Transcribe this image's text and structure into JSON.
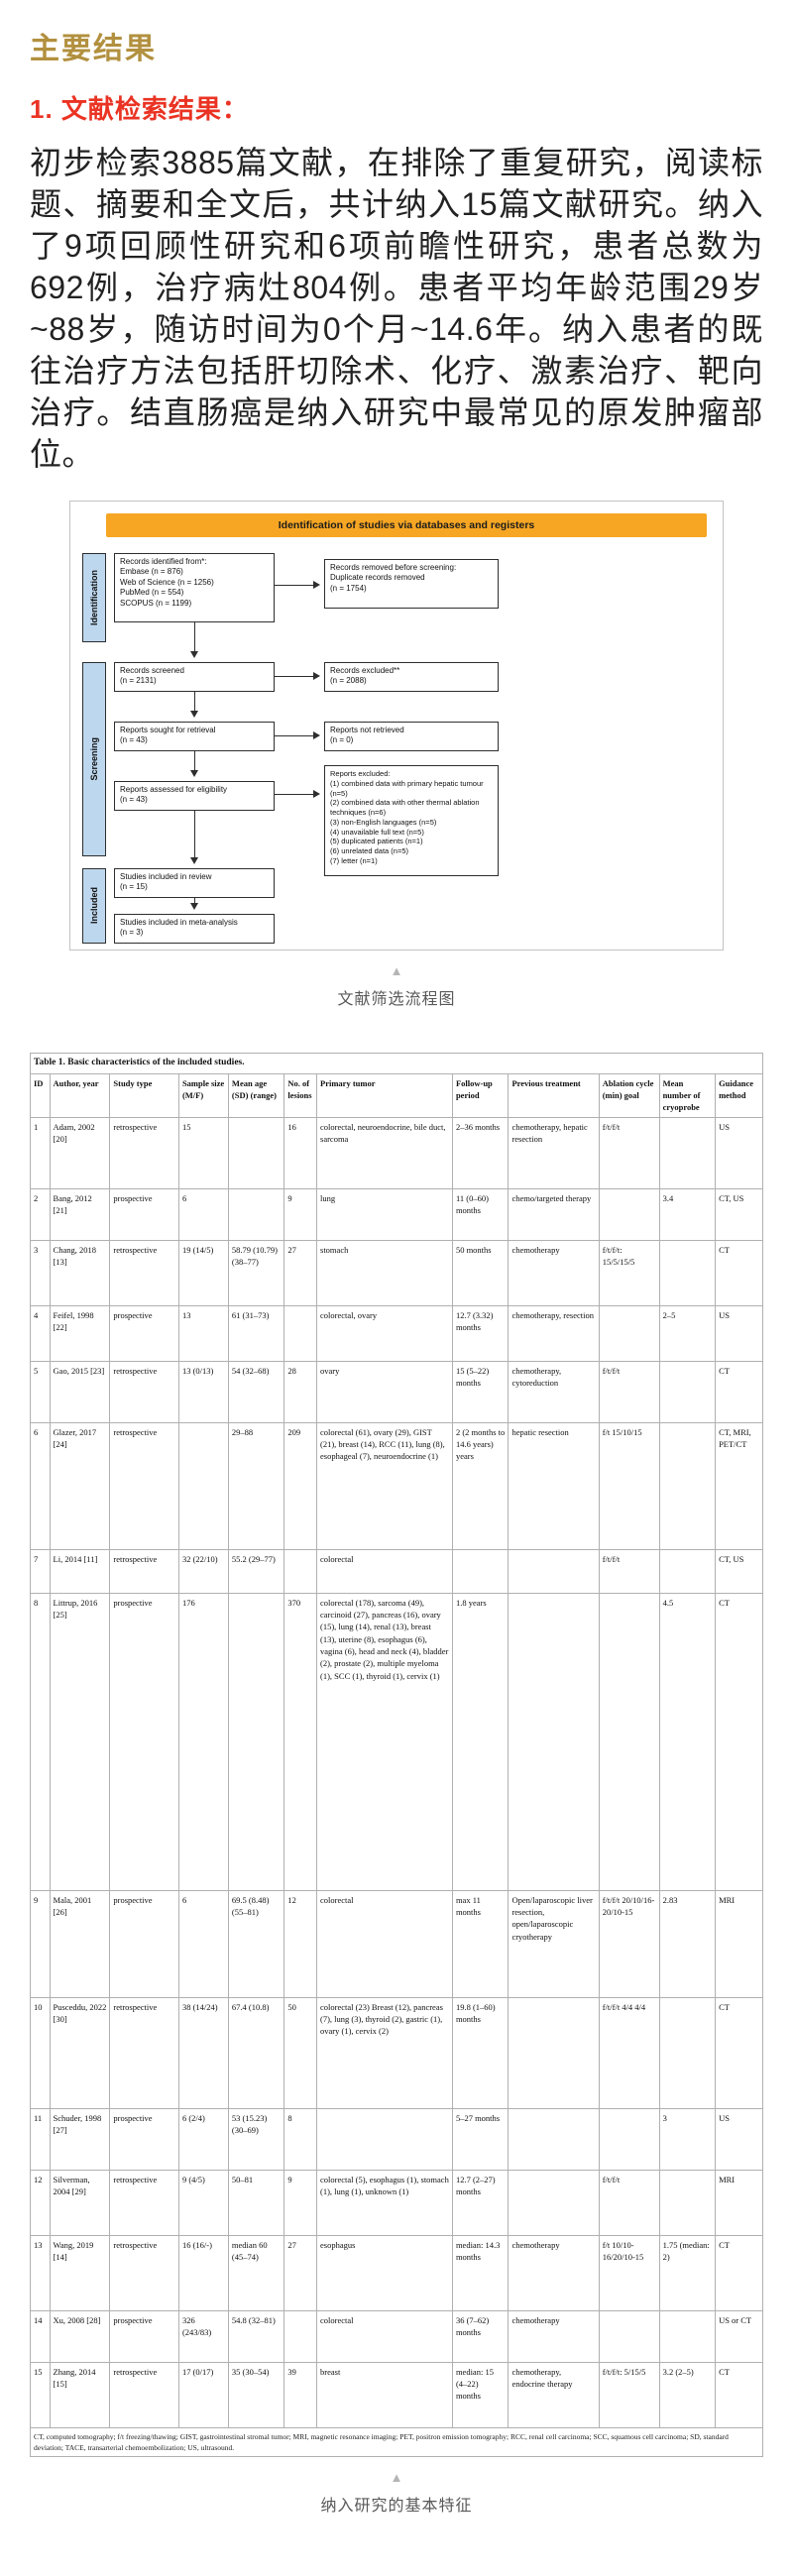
{
  "page": {
    "title": "主要结果",
    "section_heading": "1. 文献检索结果：",
    "paragraph": "初步检索3885篇文献，在排除了重复研究，阅读标题、摘要和全文后，共计纳入15篇文献研究。纳入了9项回顾性研究和6项前瞻性研究，患者总数为692例，治疗病灶804例。患者平均年龄范围29岁~88岁，随访时间为0个月~14.6年。纳入患者的既往治疗方法包括肝切除术、化疗、激素治疗、靶向治疗。结直肠癌是纳入研究中最常见的原发肿瘤部位。"
  },
  "flowchart": {
    "header": "Identification of studies via databases and registers",
    "header_color": "#F6A623",
    "stage_color": "#BDD7EE",
    "stage_identification": "Identification",
    "stage_screening": "Screening",
    "stage_included": "Included",
    "box_identified": "Records identified from*:\nEmbase (n = 876)\nWeb of Science (n = 1256)\nPubMed (n = 554)\nSCOPUS (n = 1199)",
    "box_removed": "Records removed before screening:\nDuplicate records removed\n(n = 1754)",
    "box_screened": "Records screened\n(n = 2131)",
    "box_records_excluded": "Records excluded**\n(n = 2088)",
    "box_sought": "Reports sought for retrieval\n(n = 43)",
    "box_not_retrieved": "Reports not retrieved\n(n = 0)",
    "box_assessed": "Reports assessed for eligibility\n(n = 43)",
    "box_reports_excluded": "Reports excluded:\n(1) combined data with primary hepatic tumour (n=5)\n(2) combined data with other thermal ablation techniques (n=6)\n(3) non-English languages (n=5)\n(4) unavailable full text (n=5)\n(5) duplicated patients (n=1)\n(6) unrelated data (n=5)\n(7) letter (n=1)",
    "box_review": "Studies included in review\n(n = 15)",
    "box_meta": "Studies included in meta-analysis\n(n = 3)",
    "caption": "文献筛选流程图"
  },
  "table": {
    "title": "Table 1.  Basic characteristics of the included studies.",
    "caption": "纳入研究的基本特征",
    "columns": [
      "ID",
      "Author, year",
      "Study type",
      "Sample size (M/F)",
      "Mean age (SD) (range)",
      "No. of lesions",
      "Primary tumor",
      "Follow-up period",
      "Previous treatment",
      "Ablation cycle (min) goal",
      "Mean number of cryoprobe",
      "Guidance method"
    ],
    "rows": [
      [
        "1",
        "Adam, 2002 [20]",
        "retrospective",
        "15",
        "",
        "16",
        "colorectal, neuroendocrine, bile duct, sarcoma",
        "2–36 months",
        "chemotherapy, hepatic resection",
        "f/t/f/t",
        "",
        "US"
      ],
      [
        "2",
        "Bang, 2012 [21]",
        "prospective",
        "6",
        "",
        "9",
        "lung",
        "11 (0–60) months",
        "chemo/targeted therapy",
        "",
        "3.4",
        "CT, US"
      ],
      [
        "3",
        "Chang, 2018 [13]",
        "retrospective",
        "19 (14/5)",
        "58.79 (10.79) (38–77)",
        "27",
        "stomach",
        "50 months",
        "chemotherapy",
        "f/t/f/t: 15/5/15/5",
        "",
        "CT"
      ],
      [
        "4",
        "Feifel, 1998 [22]",
        "prospective",
        "13",
        "61 (31–73)",
        "",
        "colorectal, ovary",
        "12.7 (3.32) months",
        "chemotherapy, resection",
        "",
        "2–5",
        "US"
      ],
      [
        "5",
        "Gao, 2015 [23]",
        "retrospective",
        "13 (0/13)",
        "54 (32–68)",
        "28",
        "ovary",
        "15 (5–22) months",
        "chemotherapy, cytoreduction",
        "f/t/f/t",
        "",
        "CT"
      ],
      [
        "6",
        "Glazer, 2017 [24]",
        "retrospective",
        "",
        "29–88",
        "209",
        "colorectal (61), ovary (29), GIST (21), breast (14), RCC (11), lung (8), esophageal (7), neuroendocrine (1)",
        "2 (2 months to 14.6 years) years",
        "hepatic resection",
        "f/t 15/10/15",
        "",
        "CT, MRI, PET/CT"
      ],
      [
        "7",
        "Li, 2014 [11]",
        "retrospective",
        "32 (22/10)",
        "55.2 (29–77)",
        "",
        "colorectal",
        "",
        "",
        "f/t/f/t",
        "",
        "CT, US"
      ],
      [
        "8",
        "Littrup, 2016 [25]",
        "prospective",
        "176",
        "",
        "370",
        "colorectal (178), sarcoma (49), carcinoid (27), pancreas (16), ovary (15), lung (14), renal (13), breast (13), uterine (8), esophagus (6), vagina (6), head and neck (4), bladder (2), prostate (2), multiple myeloma (1), SCC (1), thyroid (1), cervix (1)",
        "1.8 years",
        "",
        "",
        "4.5",
        "CT"
      ],
      [
        "9",
        "Mala, 2001 [26]",
        "prospective",
        "6",
        "69.5 (8.48) (55–81)",
        "12",
        "colorectal",
        "max 11 months",
        "Open/laparoscopic liver resection, open/laparoscopic cryotherapy",
        "f/t/f/t 20/10/16-20/10-15",
        "2.83",
        "MRI"
      ],
      [
        "10",
        "Pusceddu, 2022 [30]",
        "retrospective",
        "38 (14/24)",
        "67.4 (10.8)",
        "50",
        "colorectal (23) Breast (12), pancreas (7), lung (3), thyroid (2), gastric (1), ovary (1), cervix (2)",
        "19.8 (1–60) months",
        "",
        "f/t/f/t 4/4 4/4",
        "",
        "CT"
      ],
      [
        "11",
        "Schuder, 1998 [27]",
        "prospective",
        "6 (2/4)",
        "53 (15.23) (30–69)",
        "8",
        "",
        "5–27 months",
        "",
        "",
        "3",
        "US"
      ],
      [
        "12",
        "Silverman, 2004 [29]",
        "retrospective",
        "9 (4/5)",
        "50–81",
        "9",
        "colorectal (5), esophagus (1), stomach (1), lung (1), unknown (1)",
        "12.7 (2–27) months",
        "",
        "f/t/f/t",
        "",
        "MRI"
      ],
      [
        "13",
        "Wang, 2019 [14]",
        "retrospective",
        "16 (16/-)",
        "median 60 (45–74)",
        "27",
        "esophagus",
        "median: 14.3 months",
        "chemotherapy",
        "f/t 10/10-16/20/10-15",
        "1.75 (median: 2)",
        "CT"
      ],
      [
        "14",
        "Xu, 2008 [28]",
        "prospective",
        "326 (243/83)",
        "54.8 (32–81)",
        "",
        "colorectal",
        "36 (7–62) months",
        "chemotherapy",
        "",
        "",
        "US or CT"
      ],
      [
        "15",
        "Zhang, 2014 [15]",
        "retrospective",
        "17 (0/17)",
        "35 (30–54)",
        "39",
        "breast",
        "median: 15 (4–22) months",
        "chemotherapy, endocrine therapy",
        "f/t/f/t: 5/15/5",
        "3.2 (2–5)",
        "CT"
      ]
    ],
    "footnote": "CT, computed tomography; f/t freezing/thawing; GIST, gastrointestinal stromal tumor; MRI, magnetic resonance imaging; PET, positron emission tomography; RCC, renal cell carcinoma; SCC, squamous cell carcinoma; SD, standard deviation; TACE, transarterial chemoembolization; US, ultrasound."
  },
  "colors": {
    "title_gold": "#B2903F",
    "heading_red": "#EA3323",
    "caption_gray": "#595959"
  }
}
